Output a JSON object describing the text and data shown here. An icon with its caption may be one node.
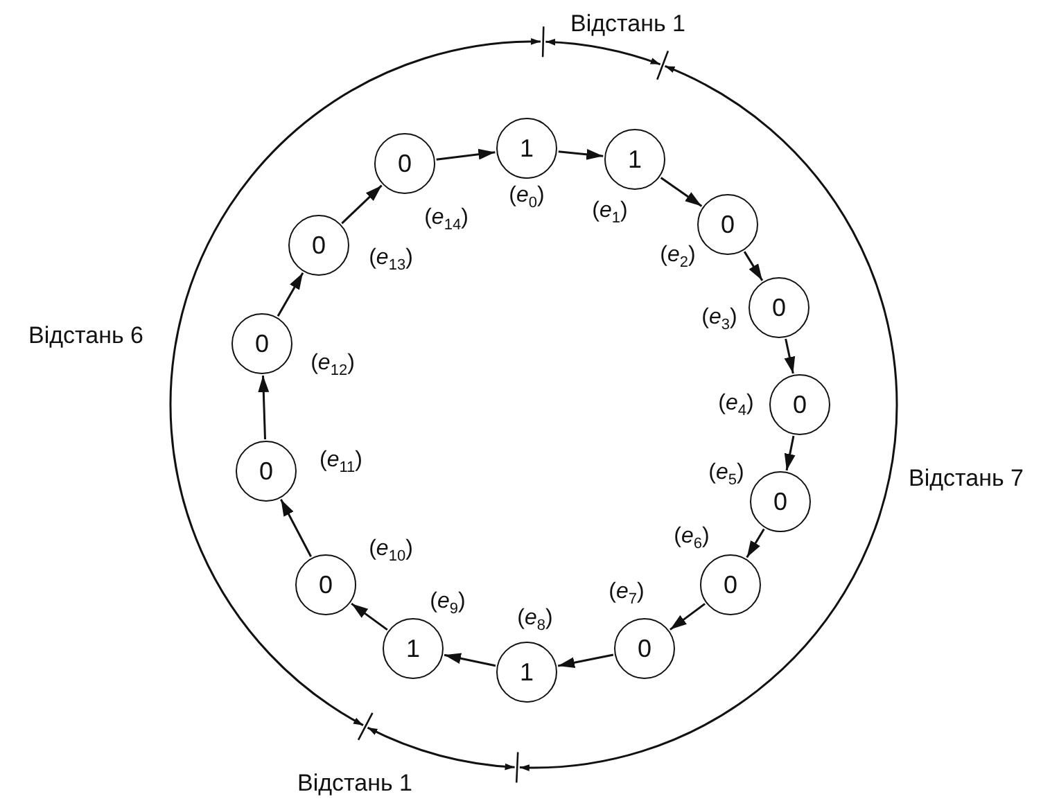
{
  "diagram": {
    "nodes": [
      {
        "text": [
          "1"
        ],
        "beside": [
          "(*e*$_{0}$)"
        ]
      },
      {
        "text": [
          "1"
        ],
        "beside": [
          "(*e*$_{1}$)"
        ]
      },
      {
        "text": [
          "0"
        ],
        "beside": [
          "(*e*$_{2}$)"
        ]
      },
      {
        "text": [
          "0"
        ],
        "beside": [
          "(*e*$_{3}$)"
        ]
      },
      {
        "text": [
          "0"
        ],
        "beside": [
          "(*e*$_{4}$)"
        ]
      },
      {
        "text": [
          "0"
        ],
        "beside": [
          "(*e*$_{5}$)"
        ]
      },
      {
        "text": [
          "0"
        ],
        "beside": [
          "(*e*$_{6}$)"
        ]
      },
      {
        "text": [
          "0"
        ],
        "beside": [
          "(*e*$_{7}$)"
        ]
      },
      {
        "text": [
          "1"
        ],
        "beside": [
          "(*e*$_{8}$)"
        ]
      },
      {
        "text": [
          "1"
        ],
        "beside": [
          "(*e*$_{9}$)"
        ]
      },
      {
        "text": [
          "0"
        ],
        "beside": [
          "(*e*$_{10}$)"
        ]
      },
      {
        "text": [
          "0"
        ],
        "beside": [
          "(*e*$_{11}$)"
        ]
      },
      {
        "text": [
          "0"
        ],
        "beside": [
          "(*e*$_{12}$)"
        ]
      },
      {
        "text": [
          "0"
        ],
        "beside": [
          "(*e*$_{13}$)"
        ]
      },
      {
        "text": [
          "0"
        ],
        "beside": [
          "(*e*$_{14}$)"
        ]
      }
    ],
    "edges": [
      {
        "from": 0,
        "to": 1,
        "arrow": "to"
      },
      {
        "from": 1,
        "to": 2,
        "arrow": "to"
      },
      {
        "from": 2,
        "to": 3,
        "arrow": "to"
      },
      {
        "from": 3,
        "to": 4,
        "arrow": "to"
      },
      {
        "from": 4,
        "to": 5,
        "arrow": "to"
      },
      {
        "from": 5,
        "to": 6,
        "arrow": "to"
      },
      {
        "from": 6,
        "to": 7,
        "arrow": "to"
      },
      {
        "from": 7,
        "to": 8,
        "arrow": "to"
      },
      {
        "from": 8,
        "to": 9,
        "arrow": "to"
      },
      {
        "from": 9,
        "to": 10,
        "arrow": "to"
      },
      {
        "from": 10,
        "to": 11,
        "arrow": "to"
      },
      {
        "from": 11,
        "to": 12,
        "arrow": "to"
      },
      {
        "from": 12,
        "to": 13,
        "arrow": "to"
      },
      {
        "from": 13,
        "to": 14,
        "arrow": "to"
      },
      {
        "from": 14,
        "to": 0,
        "arrow": "to"
      }
    ],
    "labels": [
      "Відстань 1",
      "Відстань 6",
      "Відстань 7",
      "Відстань 1"
    ]
  }
}
